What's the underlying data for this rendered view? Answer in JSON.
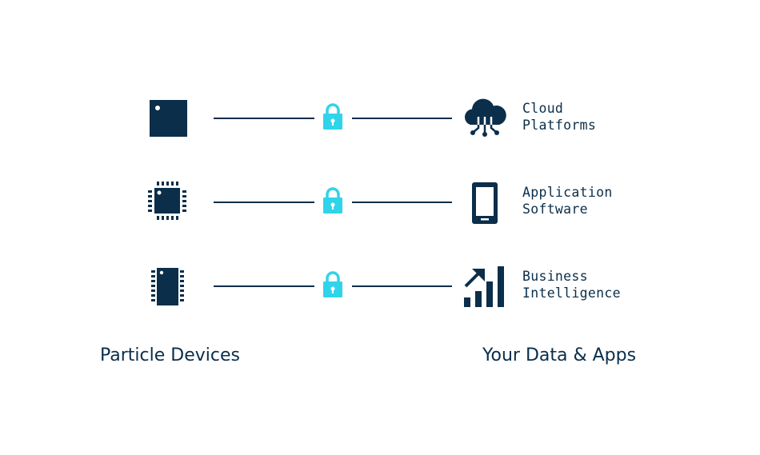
{
  "colors": {
    "navy": "#0b2e4a",
    "lock": "#2fd4ea"
  },
  "rows": [
    {
      "device_icon": "square-chip-icon",
      "dest_icon": "cloud-icon",
      "label_lines": [
        "Cloud",
        "Platforms"
      ]
    },
    {
      "device_icon": "microcontroller-chip-icon",
      "dest_icon": "smartphone-icon",
      "label_lines": [
        "Application",
        "Software"
      ]
    },
    {
      "device_icon": "dip-chip-icon",
      "dest_icon": "bar-chart-icon",
      "label_lines": [
        "Business",
        "Intelligence"
      ]
    }
  ],
  "captions": {
    "left": "Particle Devices",
    "right": "Your Data & Apps"
  }
}
